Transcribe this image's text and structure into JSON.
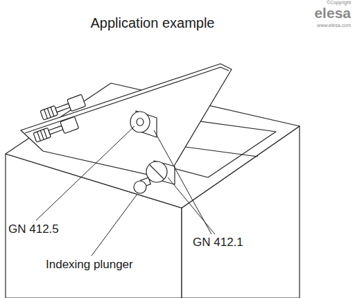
{
  "diagram": {
    "title": "Application example",
    "labels": [
      "©Copyright",
      "elesa",
      "www.elesa.com",
      "GN 412.5",
      "GN 412.1",
      "Indexing plunger"
    ]
  }
}
